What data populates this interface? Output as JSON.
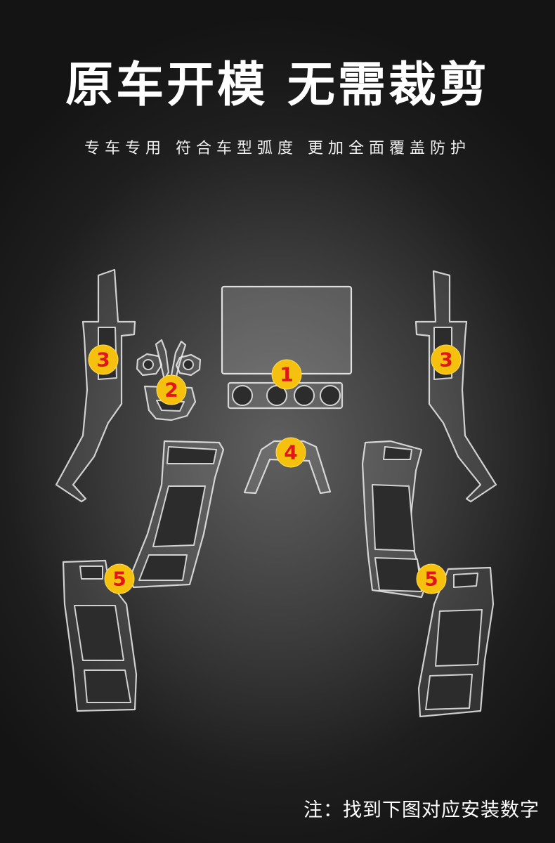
{
  "header": {
    "title": "原车开模 无需裁剪",
    "subtitle": "专车专用  符合车型弧度  更加全面覆盖防护"
  },
  "badges": {
    "screen_console": "1",
    "steering_wheel": "2",
    "left_a_pillar": "3",
    "right_a_pillar": "3",
    "center_top": "4",
    "left_door_panel": "5",
    "right_door_panel": "5"
  },
  "footer": {
    "note": "注：找到下图对应安装数字"
  },
  "colors": {
    "badge_fill": "#f6c10e",
    "badge_number": "#e2151b",
    "background_center": "#5f5f5f",
    "background_edge": "#141414"
  }
}
